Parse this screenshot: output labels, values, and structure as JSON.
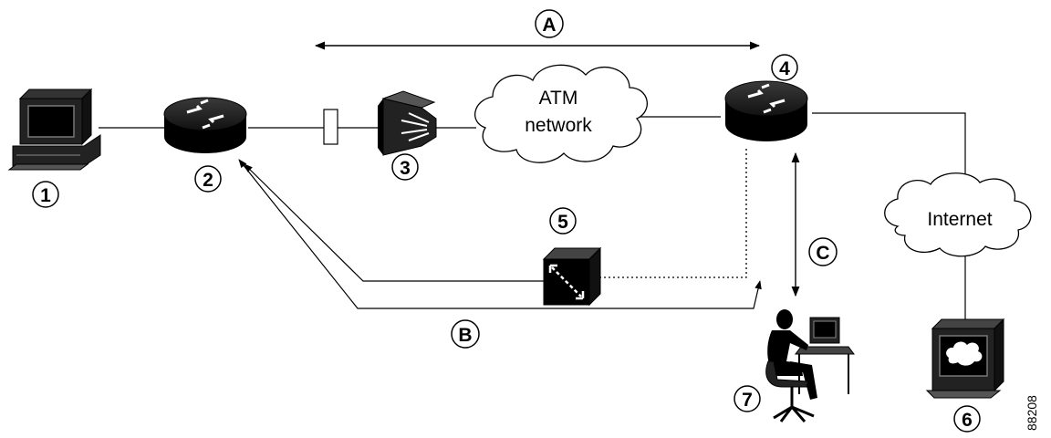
{
  "callouts": {
    "n1": "1",
    "n2": "2",
    "n3": "3",
    "n4": "4",
    "n5": "5",
    "n6": "6",
    "n7": "7",
    "a": "A",
    "b": "B",
    "c": "C"
  },
  "clouds": {
    "atm_line1": "ATM",
    "atm_line2": "network",
    "internet": "Internet"
  },
  "figure_id": "88208",
  "icons": [
    "workstation",
    "router",
    "converter",
    "atm-switch",
    "router",
    "cross-connect-switch",
    "web-server",
    "operator"
  ]
}
